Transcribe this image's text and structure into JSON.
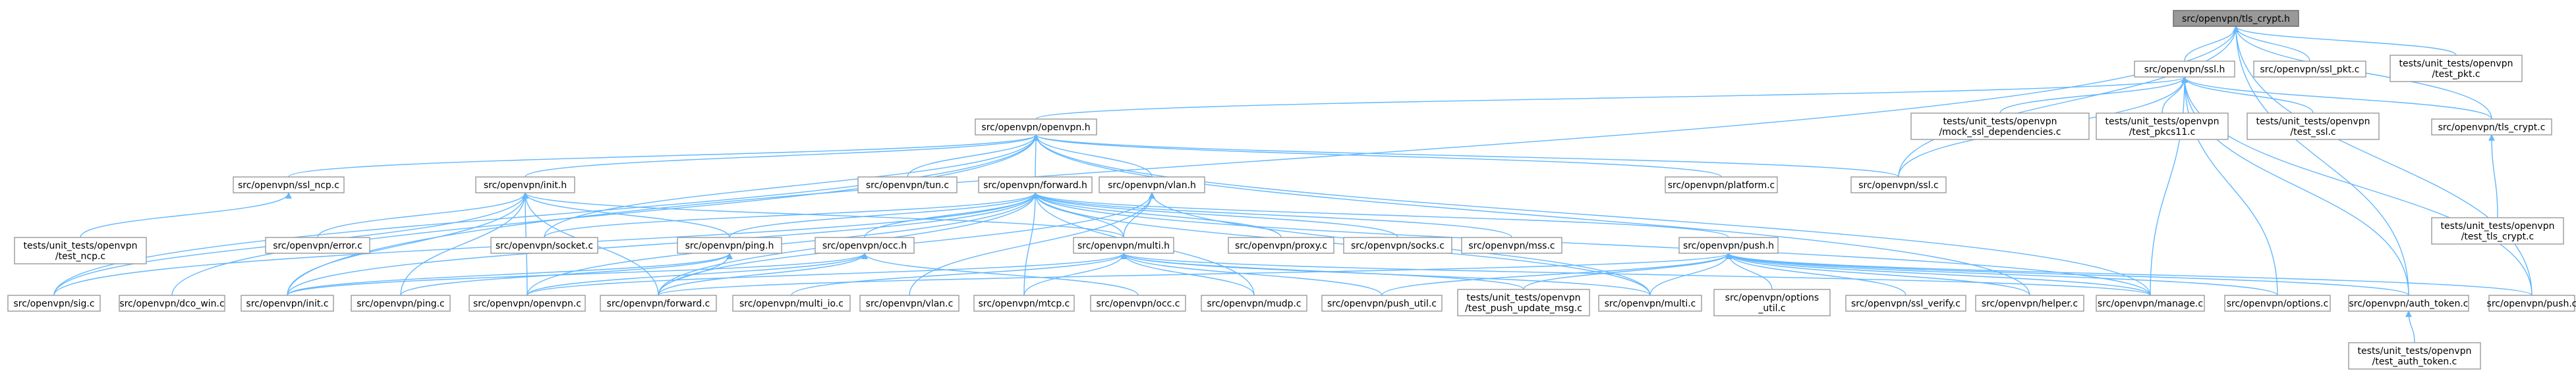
{
  "nodes": [
    {
      "id": "n0",
      "lines": [
        "src/openvpn/tls_crypt.h"
      ],
      "root": true
    },
    {
      "id": "n1",
      "lines": [
        "src/openvpn/ssl.h"
      ]
    },
    {
      "id": "n2",
      "lines": [
        "src/openvpn/ssl_pkt.c"
      ]
    },
    {
      "id": "n3",
      "lines": [
        "tests/unit_tests/openvpn",
        "/test_pkt.c"
      ]
    },
    {
      "id": "n4",
      "lines": [
        "src/openvpn/openvpn.h"
      ]
    },
    {
      "id": "n5",
      "lines": [
        "tests/unit_tests/openvpn",
        "/mock_ssl_dependencies.c"
      ]
    },
    {
      "id": "n6",
      "lines": [
        "tests/unit_tests/openvpn",
        "/test_pkcs11.c"
      ]
    },
    {
      "id": "n7",
      "lines": [
        "tests/unit_tests/openvpn",
        "/test_ssl.c"
      ]
    },
    {
      "id": "n8",
      "lines": [
        "src/openvpn/tls_crypt.c"
      ]
    },
    {
      "id": "n9",
      "lines": [
        "src/openvpn/ssl_ncp.c"
      ]
    },
    {
      "id": "n10",
      "lines": [
        "src/openvpn/init.h"
      ]
    },
    {
      "id": "n11",
      "lines": [
        "src/openvpn/tun.c"
      ]
    },
    {
      "id": "n12",
      "lines": [
        "src/openvpn/forward.h"
      ]
    },
    {
      "id": "n13",
      "lines": [
        "src/openvpn/vlan.h"
      ]
    },
    {
      "id": "n14",
      "lines": [
        "src/openvpn/platform.c"
      ]
    },
    {
      "id": "n15",
      "lines": [
        "src/openvpn/ssl.c"
      ]
    },
    {
      "id": "n16",
      "lines": [
        "tests/unit_tests/openvpn",
        "/test_tls_crypt.c"
      ]
    },
    {
      "id": "n17",
      "lines": [
        "tests/unit_tests/openvpn",
        "/test_ncp.c"
      ]
    },
    {
      "id": "n18",
      "lines": [
        "src/openvpn/error.c"
      ]
    },
    {
      "id": "n19",
      "lines": [
        "src/openvpn/socket.c"
      ]
    },
    {
      "id": "n20",
      "lines": [
        "src/openvpn/ping.h"
      ]
    },
    {
      "id": "n21",
      "lines": [
        "src/openvpn/occ.h"
      ]
    },
    {
      "id": "n22",
      "lines": [
        "src/openvpn/multi.h"
      ]
    },
    {
      "id": "n23",
      "lines": [
        "src/openvpn/proxy.c"
      ]
    },
    {
      "id": "n24",
      "lines": [
        "src/openvpn/socks.c"
      ]
    },
    {
      "id": "n25",
      "lines": [
        "src/openvpn/mss.c"
      ]
    },
    {
      "id": "n26",
      "lines": [
        "src/openvpn/push.h"
      ]
    },
    {
      "id": "n27",
      "lines": [
        "src/openvpn/sig.c"
      ]
    },
    {
      "id": "n28",
      "lines": [
        "src/openvpn/dco_win.c"
      ]
    },
    {
      "id": "n29",
      "lines": [
        "src/openvpn/init.c"
      ]
    },
    {
      "id": "n30",
      "lines": [
        "src/openvpn/ping.c"
      ]
    },
    {
      "id": "n31",
      "lines": [
        "src/openvpn/openvpn.c"
      ]
    },
    {
      "id": "n32",
      "lines": [
        "src/openvpn/forward.c"
      ]
    },
    {
      "id": "n33",
      "lines": [
        "src/openvpn/multi_io.c"
      ]
    },
    {
      "id": "n34",
      "lines": [
        "src/openvpn/vlan.c"
      ]
    },
    {
      "id": "n35",
      "lines": [
        "src/openvpn/mtcp.c"
      ]
    },
    {
      "id": "n36",
      "lines": [
        "src/openvpn/occ.c"
      ]
    },
    {
      "id": "n37",
      "lines": [
        "src/openvpn/mudp.c"
      ]
    },
    {
      "id": "n38",
      "lines": [
        "src/openvpn/push_util.c"
      ]
    },
    {
      "id": "n39",
      "lines": [
        "tests/unit_tests/openvpn",
        "/test_push_update_msg.c"
      ]
    },
    {
      "id": "n40",
      "lines": [
        "src/openvpn/multi.c"
      ]
    },
    {
      "id": "n41",
      "lines": [
        "src/openvpn/options",
        "_util.c"
      ]
    },
    {
      "id": "n42",
      "lines": [
        "src/openvpn/ssl_verify.c"
      ]
    },
    {
      "id": "n43",
      "lines": [
        "src/openvpn/helper.c"
      ]
    },
    {
      "id": "n44",
      "lines": [
        "src/openvpn/manage.c"
      ]
    },
    {
      "id": "n45",
      "lines": [
        "src/openvpn/options.c"
      ]
    },
    {
      "id": "n46",
      "lines": [
        "src/openvpn/auth_token.c"
      ]
    },
    {
      "id": "n47",
      "lines": [
        "src/openvpn/push.c"
      ]
    },
    {
      "id": "n48",
      "lines": [
        "tests/unit_tests/openvpn",
        "/test_auth_token.c"
      ]
    }
  ],
  "edges": [
    [
      "n0",
      "n1"
    ],
    [
      "n0",
      "n2"
    ],
    [
      "n0",
      "n3"
    ],
    [
      "n0",
      "n8"
    ],
    [
      "n0",
      "n15"
    ],
    [
      "n0",
      "n46"
    ],
    [
      "n0",
      "n47"
    ],
    [
      "n0",
      "n29"
    ],
    [
      "n1",
      "n4"
    ],
    [
      "n1",
      "n5"
    ],
    [
      "n1",
      "n6"
    ],
    [
      "n1",
      "n7"
    ],
    [
      "n1",
      "n8"
    ],
    [
      "n1",
      "n15"
    ],
    [
      "n1",
      "n45"
    ],
    [
      "n1",
      "n44"
    ],
    [
      "n1",
      "n46"
    ],
    [
      "n1",
      "n47"
    ],
    [
      "n4",
      "n9"
    ],
    [
      "n4",
      "n10"
    ],
    [
      "n4",
      "n11"
    ],
    [
      "n4",
      "n12"
    ],
    [
      "n4",
      "n13"
    ],
    [
      "n4",
      "n14"
    ],
    [
      "n4",
      "n15"
    ],
    [
      "n4",
      "n19"
    ],
    [
      "n4",
      "n27"
    ],
    [
      "n4",
      "n28"
    ],
    [
      "n4",
      "n44"
    ],
    [
      "n4",
      "n43"
    ],
    [
      "n8",
      "n16"
    ],
    [
      "n9",
      "n17"
    ],
    [
      "n10",
      "n18"
    ],
    [
      "n10",
      "n27"
    ],
    [
      "n10",
      "n29"
    ],
    [
      "n10",
      "n30"
    ],
    [
      "n10",
      "n31"
    ],
    [
      "n10",
      "n32"
    ],
    [
      "n10",
      "n20"
    ],
    [
      "n10",
      "n22"
    ],
    [
      "n12",
      "n19"
    ],
    [
      "n12",
      "n20"
    ],
    [
      "n12",
      "n21"
    ],
    [
      "n12",
      "n22"
    ],
    [
      "n12",
      "n23"
    ],
    [
      "n12",
      "n24"
    ],
    [
      "n12",
      "n25"
    ],
    [
      "n12",
      "n26"
    ],
    [
      "n12",
      "n27"
    ],
    [
      "n12",
      "n29"
    ],
    [
      "n12",
      "n31"
    ],
    [
      "n12",
      "n32"
    ],
    [
      "n12",
      "n35"
    ],
    [
      "n12",
      "n37"
    ],
    [
      "n12",
      "n40"
    ],
    [
      "n12",
      "n44"
    ],
    [
      "n13",
      "n22"
    ],
    [
      "n13",
      "n34"
    ],
    [
      "n13",
      "n32"
    ],
    [
      "n13",
      "n40"
    ],
    [
      "n20",
      "n30"
    ],
    [
      "n20",
      "n32"
    ],
    [
      "n20",
      "n29"
    ],
    [
      "n21",
      "n36"
    ],
    [
      "n21",
      "n32"
    ],
    [
      "n21",
      "n29"
    ],
    [
      "n21",
      "n31"
    ],
    [
      "n22",
      "n33"
    ],
    [
      "n22",
      "n35"
    ],
    [
      "n22",
      "n37"
    ],
    [
      "n22",
      "n38"
    ],
    [
      "n22",
      "n40"
    ],
    [
      "n22",
      "n31"
    ],
    [
      "n22",
      "n39"
    ],
    [
      "n22",
      "n44"
    ],
    [
      "n26",
      "n38"
    ],
    [
      "n26",
      "n39"
    ],
    [
      "n26",
      "n40"
    ],
    [
      "n26",
      "n41"
    ],
    [
      "n26",
      "n42"
    ],
    [
      "n26",
      "n43"
    ],
    [
      "n26",
      "n44"
    ],
    [
      "n26",
      "n45"
    ],
    [
      "n26",
      "n46"
    ],
    [
      "n26",
      "n47"
    ],
    [
      "n26",
      "n32"
    ],
    [
      "n46",
      "n48"
    ]
  ]
}
